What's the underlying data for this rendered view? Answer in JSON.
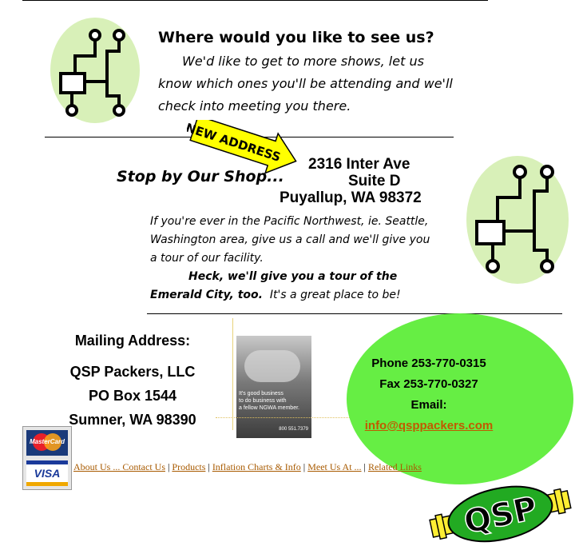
{
  "header": {
    "question_title": "Where would you like to see us?",
    "question_body": "We'd like to get to more shows, let us know which ones you'll be attending and we'll check into meeting you there."
  },
  "shop": {
    "badge": "NEW ADDRESS",
    "stop_by": "Stop by Our Shop...",
    "address_line1": "2316 Inter Ave",
    "address_line2": "Suite D",
    "address_line3": "Puyallup, WA  98372",
    "tour_text": "If you're ever in the Pacific Northwest, ie. Seattle, Washington area, give us a call and we'll give you a tour of our facility.",
    "tour_bold": "Heck, we'll give you a tour of the Emerald City, too.",
    "tour_end": "It's a great place to be!"
  },
  "mailing": {
    "heading": "Mailing Address:",
    "company": "QSP Packers, LLC",
    "po_box": "PO Box 1544",
    "city": "Sumner, WA  98390"
  },
  "ngwa_ad": {
    "line1": "It's good business",
    "line2": "to do business with",
    "line3": "a fellow NGWA member.",
    "phone": "800 551.7379"
  },
  "contact": {
    "phone": "Phone 253-770-0315",
    "fax": "Fax 253-770-0327",
    "email_label": "Email:",
    "email": "info@qsppackers.com"
  },
  "cards": {
    "mastercard": "MasterCard",
    "visa": "VISA"
  },
  "nav": {
    "about": "About Us ... Contact Us",
    "products": "Products",
    "inflation": "Inflation Charts & Info",
    "meet": "Meet Us At ...",
    "related": "Related Links",
    "separator": "|"
  },
  "logo": {
    "text": "QSP"
  },
  "colors": {
    "circuit_circle": "#d8f0b8",
    "contact_oval": "#66ee44",
    "link": "#a85a00",
    "badge_yellow": "#ffff00"
  }
}
